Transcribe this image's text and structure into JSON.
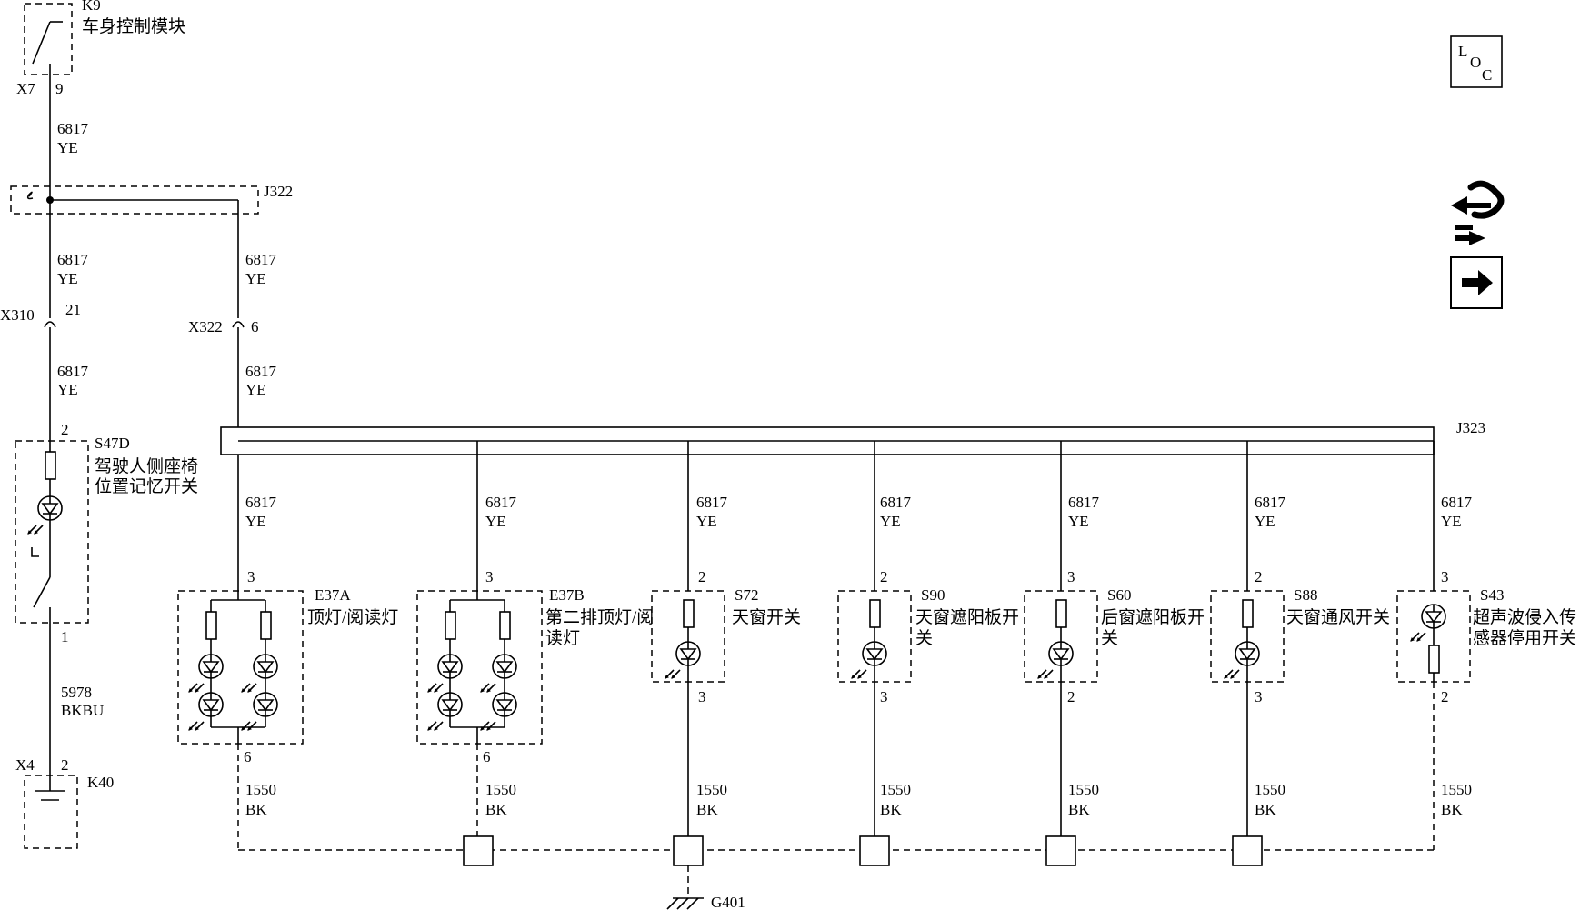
{
  "bcm": {
    "ref": "K9",
    "name": "车身控制模块",
    "conn": "X7",
    "pin": "9"
  },
  "wire_top": {
    "circuit": "6817",
    "color": "YE"
  },
  "j322": {
    "ref": "J322"
  },
  "wire_left_mid": {
    "circuit": "6817",
    "color": "YE"
  },
  "wire_right_mid": {
    "circuit": "6817",
    "color": "YE"
  },
  "x310": {
    "conn": "X310",
    "pin": "21"
  },
  "x322": {
    "conn": "X322",
    "pin": "6"
  },
  "wire_left_low": {
    "circuit": "6817",
    "color": "YE"
  },
  "wire_right_low": {
    "circuit": "6817",
    "color": "YE"
  },
  "s47d": {
    "ref": "S47D",
    "line1": "驾驶人侧座椅",
    "line2": "位置记忆开关",
    "pin_top": "2",
    "pin_bottom": "1"
  },
  "wire_s47d_ground": {
    "circuit": "5978",
    "color": "BKBU"
  },
  "k40": {
    "ref": "K40",
    "conn": "X4",
    "pin": "2"
  },
  "j323": {
    "ref": "J323"
  },
  "branches": [
    {
      "circuit": "6817",
      "color": "YE",
      "ref": "E37A",
      "line1": "顶灯/阅读灯",
      "line2": "",
      "pin_top": "3",
      "pin_bottom": "6",
      "gnd_circuit": "1550",
      "gnd_color": "BK"
    },
    {
      "circuit": "6817",
      "color": "YE",
      "ref": "E37B",
      "line1": "第二排顶灯/阅",
      "line2": "读灯",
      "pin_top": "3",
      "pin_bottom": "6",
      "gnd_circuit": "1550",
      "gnd_color": "BK"
    },
    {
      "circuit": "6817",
      "color": "YE",
      "ref": "S72",
      "line1": "天窗开关",
      "line2": "",
      "pin_top": "2",
      "pin_bottom": "3",
      "gnd_circuit": "1550",
      "gnd_color": "BK"
    },
    {
      "circuit": "6817",
      "color": "YE",
      "ref": "S90",
      "line1": "天窗遮阳板开",
      "line2": "关",
      "pin_top": "2",
      "pin_bottom": "3",
      "gnd_circuit": "1550",
      "gnd_color": "BK"
    },
    {
      "circuit": "6817",
      "color": "YE",
      "ref": "S60",
      "line1": "后窗遮阳板开",
      "line2": "关",
      "pin_top": "3",
      "pin_bottom": "2",
      "gnd_circuit": "1550",
      "gnd_color": "BK"
    },
    {
      "circuit": "6817",
      "color": "YE",
      "ref": "S88",
      "line1": "天窗通风开关",
      "line2": "",
      "pin_top": "2",
      "pin_bottom": "3",
      "gnd_circuit": "1550",
      "gnd_color": "BK"
    },
    {
      "circuit": "6817",
      "color": "YE",
      "ref": "S43",
      "line1": "超声波侵入传",
      "line2": "感器停用开关",
      "pin_top": "3",
      "pin_bottom": "2",
      "gnd_circuit": "1550",
      "gnd_color": "BK"
    }
  ],
  "ground": {
    "ref": "G401"
  },
  "loc_icon": {
    "l": "L",
    "o": "O",
    "c": "C"
  },
  "icons": [
    "loc-icon",
    "connector-path-icon",
    "arrow-right-icon"
  ]
}
